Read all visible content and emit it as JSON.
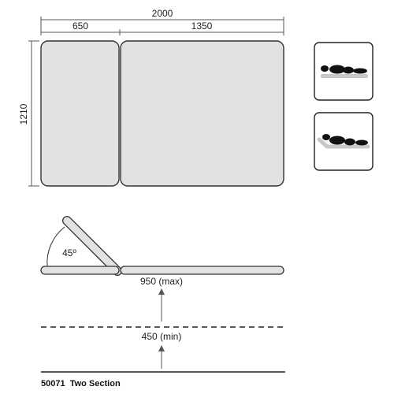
{
  "dimensions": {
    "total_length": "2000",
    "head_section": "650",
    "body_section": "1350",
    "width": "1210"
  },
  "side_view": {
    "angle_label": "45º",
    "max_height_label": "950 (max)",
    "min_height_label": "450 (min)"
  },
  "icons": [
    "flat-position-icon",
    "raised-head-position-icon"
  ],
  "caption": "50071  Two Section",
  "colors": {
    "section_fill": "#e2e2e2",
    "outline": "#333333"
  }
}
